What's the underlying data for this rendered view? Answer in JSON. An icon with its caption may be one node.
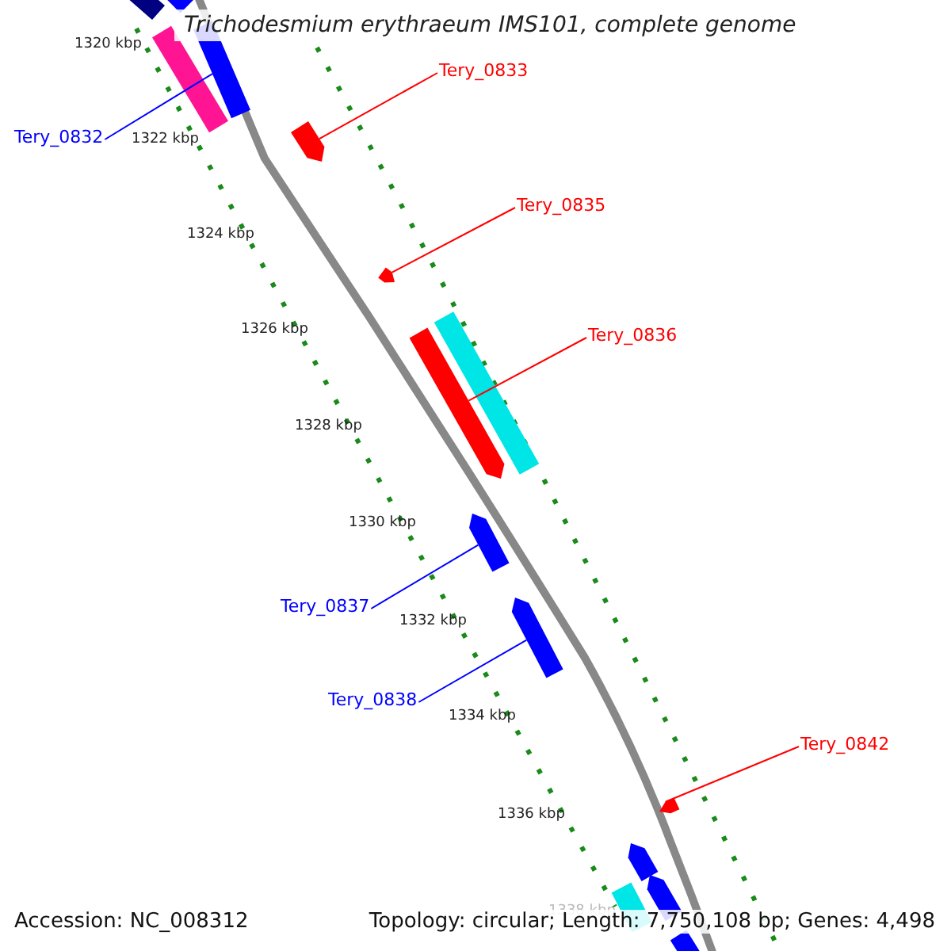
{
  "diagram": {
    "title": "Trichodesmium erythraeum IMS101, complete genome",
    "nodes": [
      {
        "text": [
          "Tery_0833"
        ]
      },
      {
        "text": [
          "Tery_0832"
        ]
      },
      {
        "text": [
          "Tery_0835"
        ]
      },
      {
        "text": [
          "Tery_0836"
        ]
      },
      {
        "text": [
          "Tery_0837"
        ]
      },
      {
        "text": [
          "Tery_0838"
        ]
      },
      {
        "text": [
          "Tery_0842"
        ]
      },
      {
        "text": [],
        "shape": "bar"
      },
      {
        "text": [],
        "shape": "bar"
      },
      {
        "text": [],
        "shape": "bar"
      },
      {
        "text": [],
        "shape": "bar"
      },
      {
        "text": [],
        "shape": "bar"
      },
      {
        "text": [],
        "shape": "bar"
      },
      {
        "text": [],
        "shape": "bar"
      }
    ],
    "edges": [
      {
        "from": 0,
        "to": 8,
        "arrow": "none"
      },
      {
        "from": 1,
        "to": 7,
        "arrow": "none",
        "color": "#0000ff"
      },
      {
        "from": 2,
        "to": 9,
        "arrow": "none"
      },
      {
        "from": 3,
        "to": 10,
        "arrow": "none"
      },
      {
        "from": 4,
        "to": 11,
        "arrow": "none",
        "color": "#0000ff"
      },
      {
        "from": 5,
        "to": 12,
        "arrow": "none",
        "color": "#0000ff"
      },
      {
        "from": 6,
        "to": 13,
        "arrow": "none"
      }
    ],
    "labels": [
      "1320 kbp",
      "1322 kbp",
      "1324 kbp",
      "1326 kbp",
      "1328 kbp",
      "1330 kbp",
      "1332 kbp",
      "1334 kbp",
      "1336 kbp",
      "1338 kbp",
      "Accession: NC_008312",
      "Topology: circular; Length: 7,750,108 bp; Genes: 4,498"
    ]
  }
}
